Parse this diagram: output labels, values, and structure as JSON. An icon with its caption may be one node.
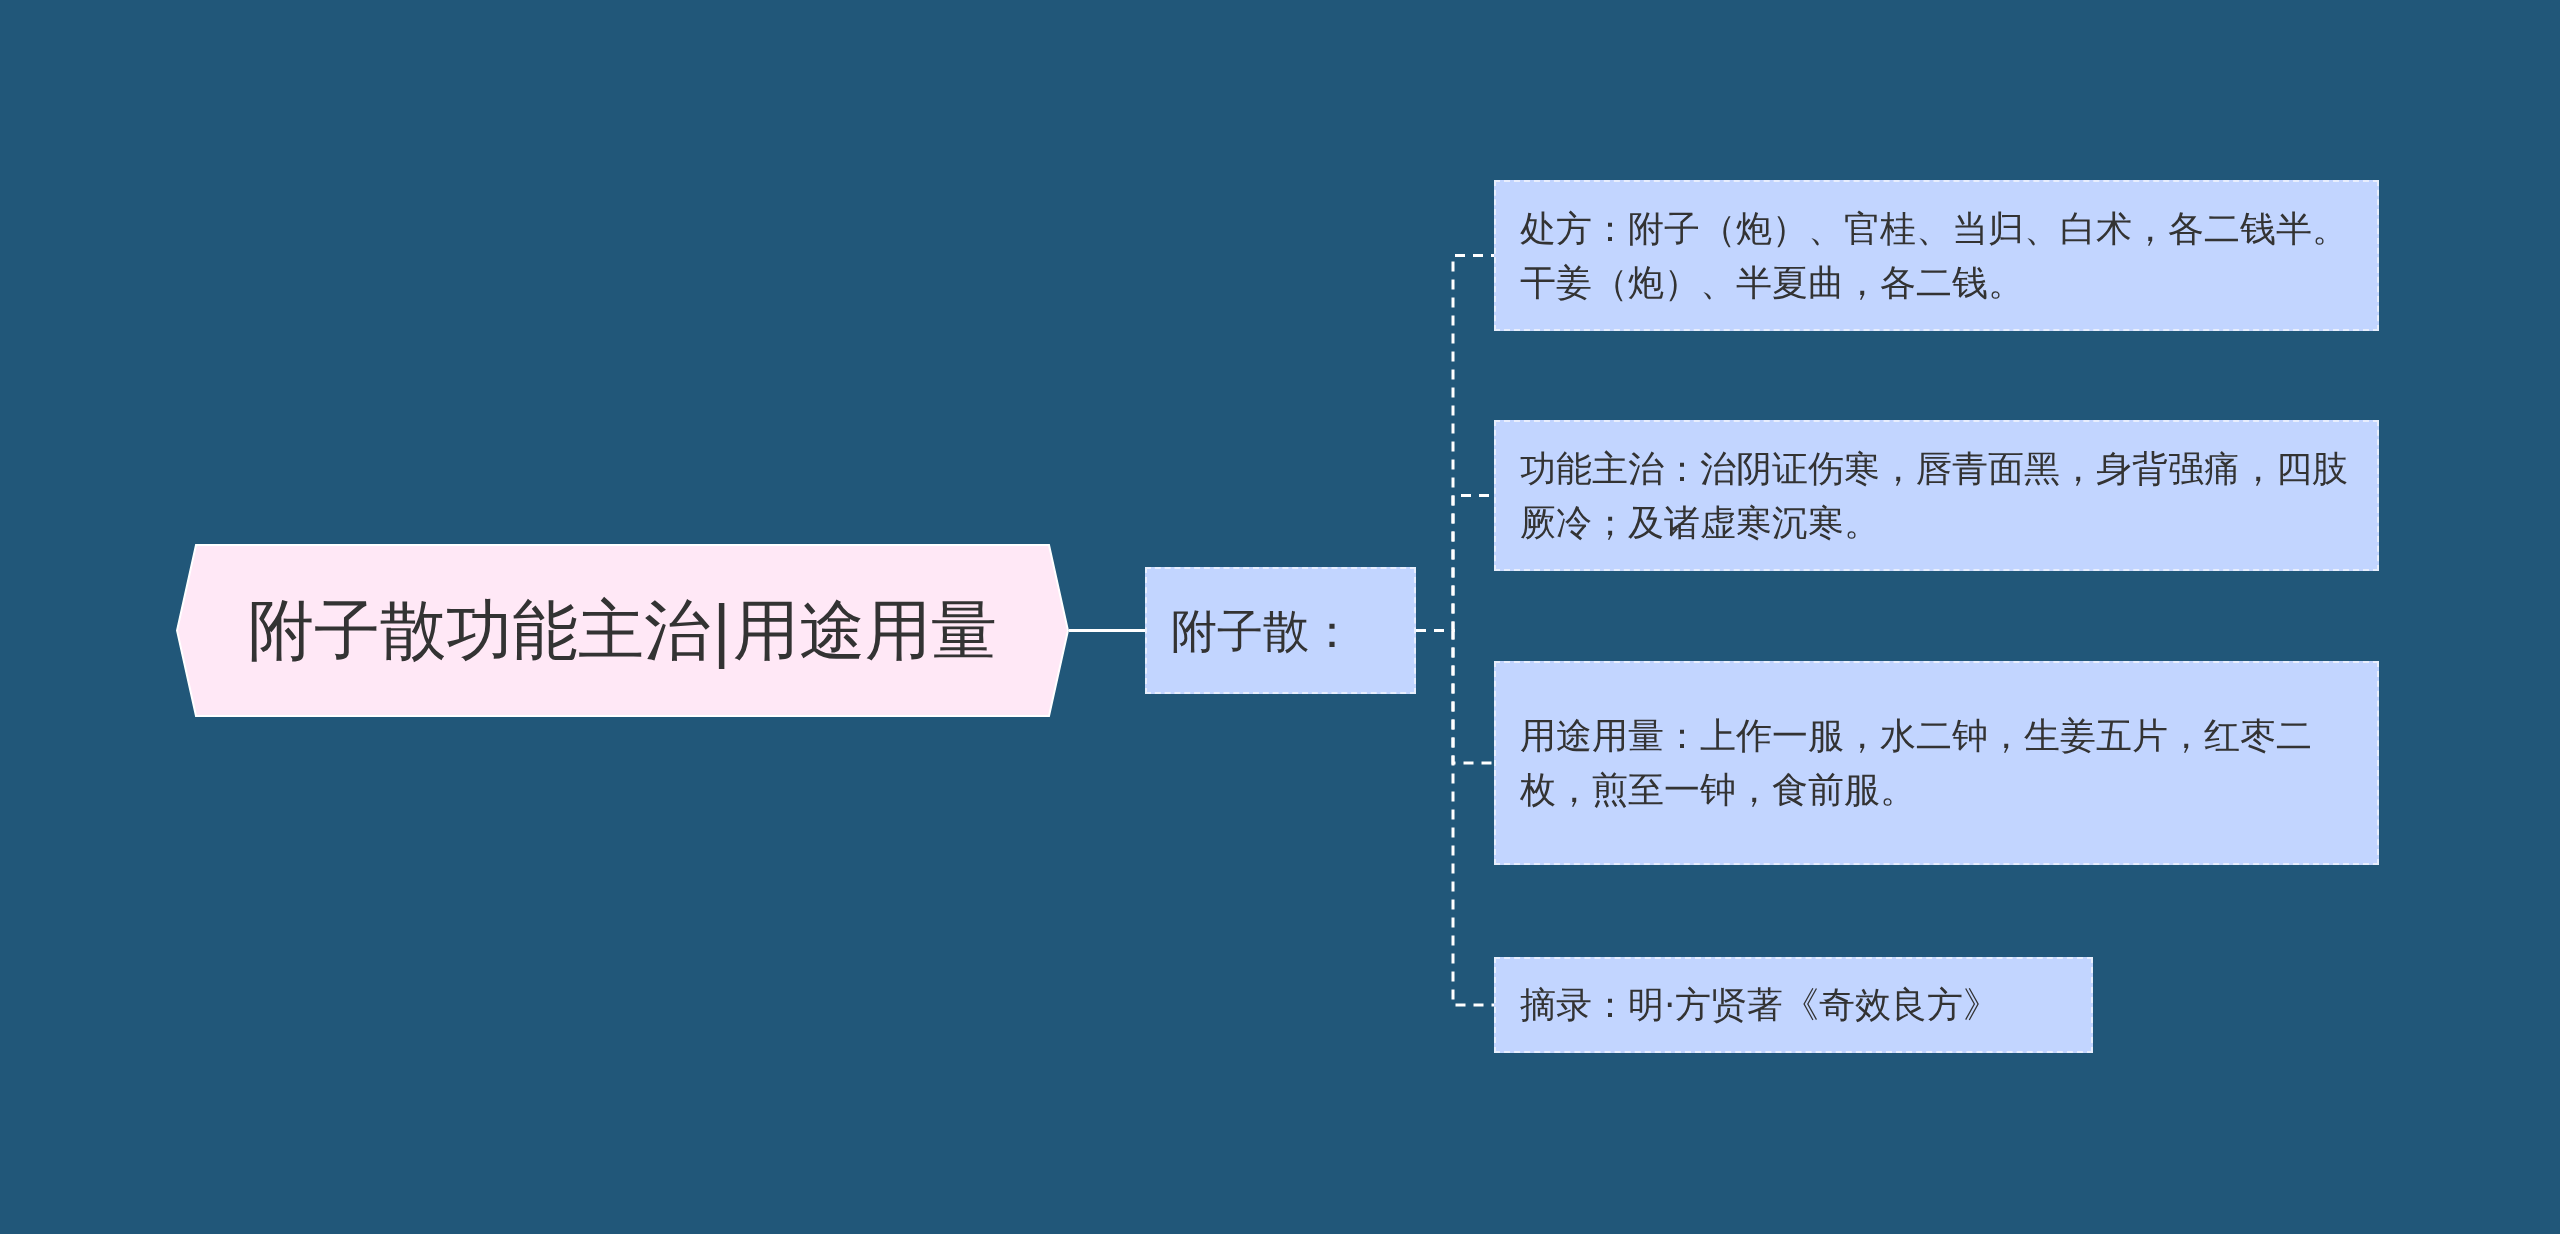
{
  "diagram": {
    "nodes": [
      {
        "text": [
          "附子散功能主治|用途用量"
        ]
      },
      {
        "text": [
          "附子散："
        ]
      },
      {
        "text": [
          "处方：附子（炮）、官桂、当归、白术，各二钱半。干姜（炮）、半夏曲，各二钱。"
        ]
      },
      {
        "text": [
          "功能主治：治阴证伤寒，唇青面黑，身背强痛，四肢厥冷；及诸虚寒沉寒。"
        ]
      },
      {
        "text": [
          "用途用量：上作一服，水二钟，生姜五片，红枣二枚，煎至一钟，食前服。"
        ]
      },
      {
        "text": [
          "摘录：明·方贤著《奇效良方》"
        ]
      }
    ],
    "edges": [
      {
        "from": 0,
        "to": 1,
        "arrow": "none"
      },
      {
        "from": 1,
        "to": 2,
        "arrow": "none",
        "style": "dashed"
      },
      {
        "from": 1,
        "to": 3,
        "arrow": "none",
        "style": "dashed"
      },
      {
        "from": 1,
        "to": 4,
        "arrow": "none",
        "style": "dashed"
      },
      {
        "from": 1,
        "to": 5,
        "arrow": "none",
        "style": "dashed"
      }
    ]
  }
}
